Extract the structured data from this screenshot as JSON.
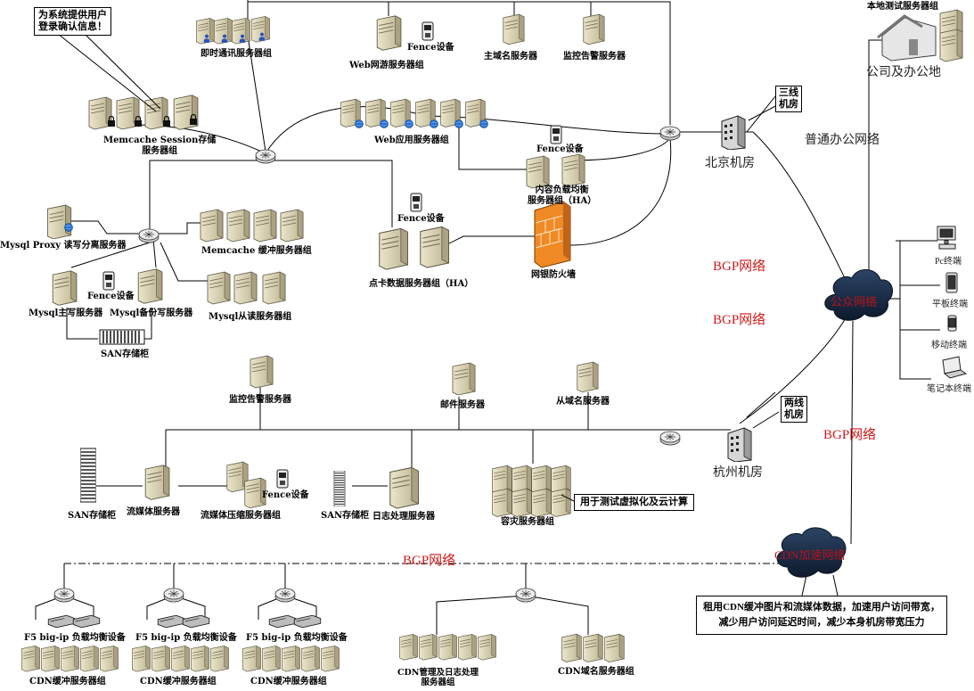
{
  "notes": {
    "login": "为系统提供用户\n登录确认信息！",
    "three_line": "三线\n机房",
    "two_line": "两线\n机房",
    "virtual": "用于测试虚拟化及云计算",
    "cdn": "租用CDN缓冲图片和流媒体数据，加速用户访问带宽，减少用户访问延迟时间，减少本身机房带宽压力"
  },
  "labels": {
    "im_servers": "即时通讯服务器组",
    "fence": "Fence设备",
    "web_game": "Web网游服务器组",
    "main_dns": "主域名服务器",
    "monitor_top": "监控告警服务器",
    "local_test": "本地测试服务器组",
    "company": "公司及办公地",
    "memcache_session": "Memcache Session存储\n服务器组",
    "web_app": "Web应用服务器组",
    "inner_lb": "内容负载均衡\n服务器组（HA）",
    "beijing": "北京机房",
    "office_net": "普通办公网络",
    "mysql_proxy": "Mysql Proxy 读写分离服务器",
    "memcache_buffer": "Memcache 缓冲服务器组",
    "point_card": "点卡数据服务器组（HA）",
    "bank_fw": "网银防火墙",
    "bgp1": "BGP网络",
    "bgp2": "BGP网络",
    "bgp3": "BGP网络",
    "bgp4": "BGP网络",
    "mysql_master": "Mysql主写服务器",
    "mysql_backup": "Mysql备份写服务器",
    "mysql_slave": "Mysql从读服务器组",
    "san_top": "SAN存储柜",
    "public_net": "公众网络",
    "pc": "Pc终端",
    "tablet": "平板终端",
    "mobile": "移动终端",
    "laptop": "笔记本终端",
    "monitor_mid": "监控告警服务器",
    "mail": "邮件服务器",
    "slave_dns": "从域名服务器",
    "hangzhou": "杭州机房",
    "san_mid1": "SAN存储柜",
    "streaming": "流媒体服务器",
    "stream_compress": "流媒体压缩服务器组",
    "san_mid2": "SAN存储柜",
    "log_server": "日志处理服务器",
    "dr_servers": "容灾服务器组",
    "cdn_net": "CDN加速网络",
    "f5_1": "F5 big-ip 负载均衡设备",
    "f5_2": "F5 big-ip 负载均衡设备",
    "f5_3": "F5 big-ip 负载均衡设备",
    "cdn_cache1": "CDN缓冲服务器组",
    "cdn_cache2": "CDN缓冲服务器组",
    "cdn_cache3": "CDN缓冲服务器组",
    "cdn_mgmt": "CDN管理及日志处理\n服务器组",
    "cdn_dns": "CDN域名服务器组"
  },
  "colors": {
    "server_body": "#d9d2b4",
    "server_dark": "#9a9274",
    "cloud": "#1c2f4a",
    "firewall": "#f08a24",
    "bgp_text": "#d0191c"
  }
}
